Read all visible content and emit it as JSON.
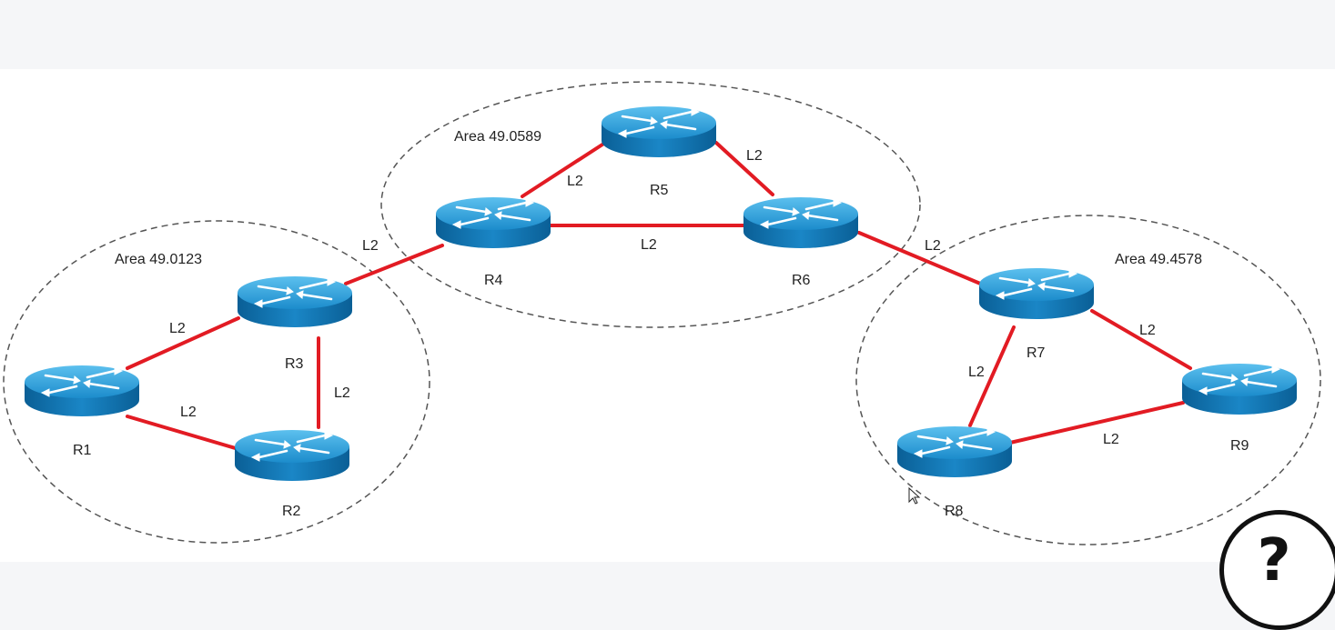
{
  "diagram": {
    "areas": [
      {
        "id": "area1",
        "label": "Area 49.0123"
      },
      {
        "id": "area2",
        "label": "Area 49.0589"
      },
      {
        "id": "area3",
        "label": "Area 49.4578"
      }
    ],
    "routers": [
      {
        "id": "R1",
        "label": "R1"
      },
      {
        "id": "R2",
        "label": "R2"
      },
      {
        "id": "R3",
        "label": "R3"
      },
      {
        "id": "R4",
        "label": "R4"
      },
      {
        "id": "R5",
        "label": "R5"
      },
      {
        "id": "R6",
        "label": "R6"
      },
      {
        "id": "R7",
        "label": "R7"
      },
      {
        "id": "R8",
        "label": "R8"
      },
      {
        "id": "R9",
        "label": "R9"
      }
    ],
    "links": [
      {
        "id": "r1-r3",
        "from": "R1",
        "to": "R3",
        "label": "L2"
      },
      {
        "id": "r1-r2",
        "from": "R1",
        "to": "R2",
        "label": "L2"
      },
      {
        "id": "r3-r2",
        "from": "R3",
        "to": "R2",
        "label": "L2"
      },
      {
        "id": "r3-r4",
        "from": "R3",
        "to": "R4",
        "label": "L2"
      },
      {
        "id": "r4-r5",
        "from": "R4",
        "to": "R5",
        "label": "L2"
      },
      {
        "id": "r5-r6",
        "from": "R5",
        "to": "R6",
        "label": "L2"
      },
      {
        "id": "r4-r6",
        "from": "R4",
        "to": "R6",
        "label": "L2"
      },
      {
        "id": "r6-r7",
        "from": "R6",
        "to": "R7",
        "label": "L2"
      },
      {
        "id": "r7-r8",
        "from": "R7",
        "to": "R8",
        "label": "L2"
      },
      {
        "id": "r7-r9",
        "from": "R7",
        "to": "R9",
        "label": "L2"
      },
      {
        "id": "r8-r9",
        "from": "R8",
        "to": "R9",
        "label": "L2"
      }
    ]
  },
  "help": {
    "symbol": "?"
  },
  "colors": {
    "link": "#e21b23",
    "router_top": "#2f9fd8",
    "router_side": "#0e74b3",
    "area_border": "#555555"
  }
}
